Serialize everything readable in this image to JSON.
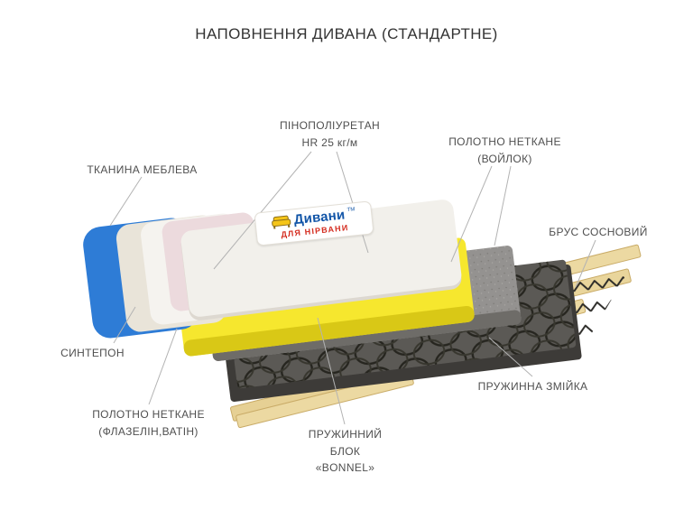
{
  "title": "НАПОВНЕННЯ ДИВАНА (СТАНДАРТНЕ)",
  "logo": {
    "brand": "Дивани",
    "trademark": "ТМ",
    "tagline": "ДЛЯ НІРВАНИ"
  },
  "labels": {
    "fabric": {
      "line1": "ТКАНИНА МЕБЛЕВА"
    },
    "foam": {
      "line1": "ПІНОПОЛІУРЕТАН",
      "line2": "HR 25 кг/м"
    },
    "felt": {
      "line1": "ПОЛОТНО НЕТКАНЕ",
      "line2": "(ВОЙЛОК)"
    },
    "pine_beam": {
      "line1": "БРУС СОСНОВИЙ"
    },
    "sintepon": {
      "line1": "СИНТЕПОН"
    },
    "nonwoven": {
      "line1": "ПОЛОТНО НЕТКАНЕ",
      "line2": "(ФЛАЗЕЛІН,ВАТІН)"
    },
    "bonnel": {
      "line1": "ПРУЖИННИЙ",
      "line2": "БЛОК",
      "line3": "«BONNEL»"
    },
    "snake": {
      "line1": "ПРУЖИННА ЗМІЙКА"
    }
  },
  "colors": {
    "fabric_blue": "#2e7cd6",
    "sintepon_cream": "#e9e4d9",
    "nonwoven_white": "#f5f3ef",
    "nonwoven_pink": "#ecdadd",
    "top_cover_white": "#f2f0eb",
    "foam_yellow": "#f6e72e",
    "felt_gray": "#949290",
    "spring_dark": "#2b2a27",
    "wood_tan": "#ecd9a2",
    "brand_blue": "#1356a8",
    "brand_red": "#d42b1e"
  }
}
